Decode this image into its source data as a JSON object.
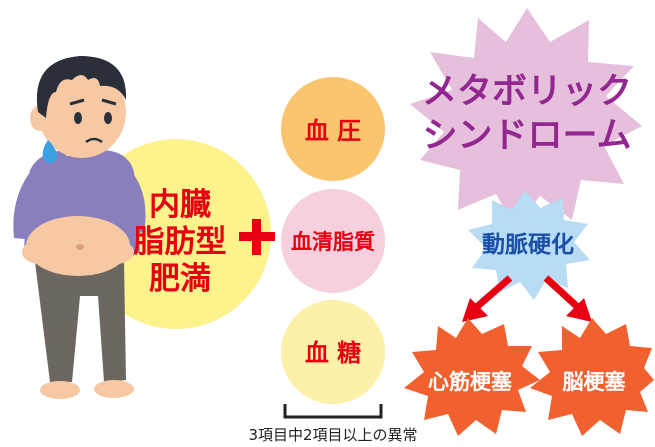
{
  "risk_factors": {
    "visceral_fat": [
      "内臓",
      "脂肪型",
      "肥満"
    ],
    "plus_symbol": "＋",
    "items": [
      "血 圧",
      "血清脂質",
      "血 糖"
    ],
    "note": "3項目中2項目以上の異常"
  },
  "metabolic": [
    "メタボリック",
    "シンドローム"
  ],
  "arteriosclerosis": "動脈硬化",
  "outcomes": [
    "心筋梗塞",
    "脳梗塞"
  ],
  "colors": {
    "red": "#e60012",
    "purple": "#92278f",
    "yellow_circle": "#fdf38c",
    "orange_circle": "#fbc46e",
    "pink_circle": "#f7d0df",
    "pale_circle": "#fdf0a8",
    "starburst": "#e6bfdc",
    "blue_burst": "#b8dcf4",
    "orange_burst": "#f0612f"
  }
}
